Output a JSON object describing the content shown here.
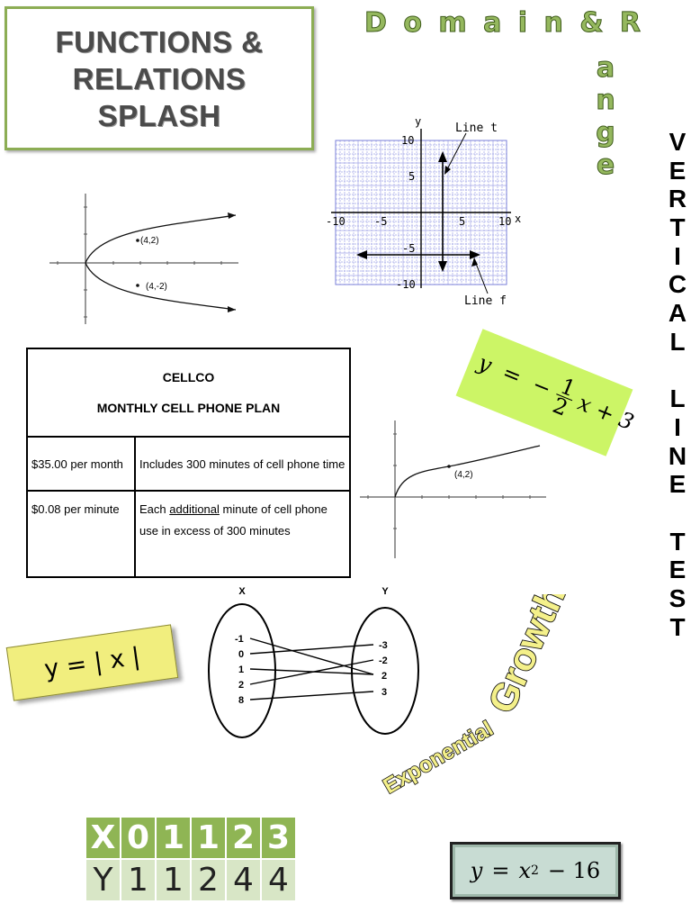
{
  "title": {
    "line1": "FUNCTIONS &",
    "line2": "RELATIONS",
    "line3": "SPLASH"
  },
  "domain_range": {
    "top": "D o m a i n &  R",
    "letters": [
      "a",
      "n",
      "g",
      "e"
    ]
  },
  "vertical_line_test": [
    "V",
    "E",
    "R",
    "T",
    "I",
    "C",
    "A",
    "L",
    "",
    "L",
    "I",
    "N",
    "E",
    "",
    "T",
    "E",
    "S",
    "T"
  ],
  "parabola_graph": {
    "point_upper": "(4,2)",
    "point_lower": "(4,-2)"
  },
  "grid_graph": {
    "x_label": "x",
    "y_label": "y",
    "x_ticks": [
      "-10",
      "-5",
      "5",
      "10"
    ],
    "y_ticks": [
      "10",
      "5",
      "-5",
      "-10"
    ],
    "line_t": "Line t",
    "line_f": "Line f"
  },
  "sqrt_graph": {
    "point": "(4,2)"
  },
  "cellco": {
    "title": "CELLCO",
    "subtitle": "MONTHLY CELL PHONE PLAN",
    "row1": {
      "price": "$35.00 per month",
      "desc": "Includes 300 minutes of cell phone time"
    },
    "row2": {
      "price": "$0.08 per minute",
      "desc_pre": "Each ",
      "desc_underlined": "additional",
      "desc_post": " minute of cell phone use in excess of 300 minutes"
    }
  },
  "linear_eq": {
    "lhs": "y",
    "eq": "=",
    "minus": "−",
    "num": "1",
    "den": "2",
    "rest": "x  +  3"
  },
  "mapping": {
    "x_header": "X",
    "y_header": "Y",
    "x_values": [
      "-1",
      "0",
      "1",
      "2",
      "8"
    ],
    "y_values": [
      "-3",
      "-2",
      "2",
      "3"
    ]
  },
  "abs_eq": "y  = | x |",
  "exponential": {
    "text": "Exponential",
    "text2": "Growth"
  },
  "xy_table": {
    "x_row": [
      "X",
      "0",
      "1",
      "1",
      "2",
      "3"
    ],
    "y_row": [
      "Y",
      "1",
      "1",
      "2",
      "4",
      "4"
    ]
  },
  "quad_eq": {
    "lhs": "y",
    "eq": "=",
    "base": "x",
    "exp": "2",
    "rest": "−  16"
  },
  "colors": {
    "accent_green": "#8fb554",
    "lime": "#ccf566",
    "yellow": "#f1ee7e"
  }
}
